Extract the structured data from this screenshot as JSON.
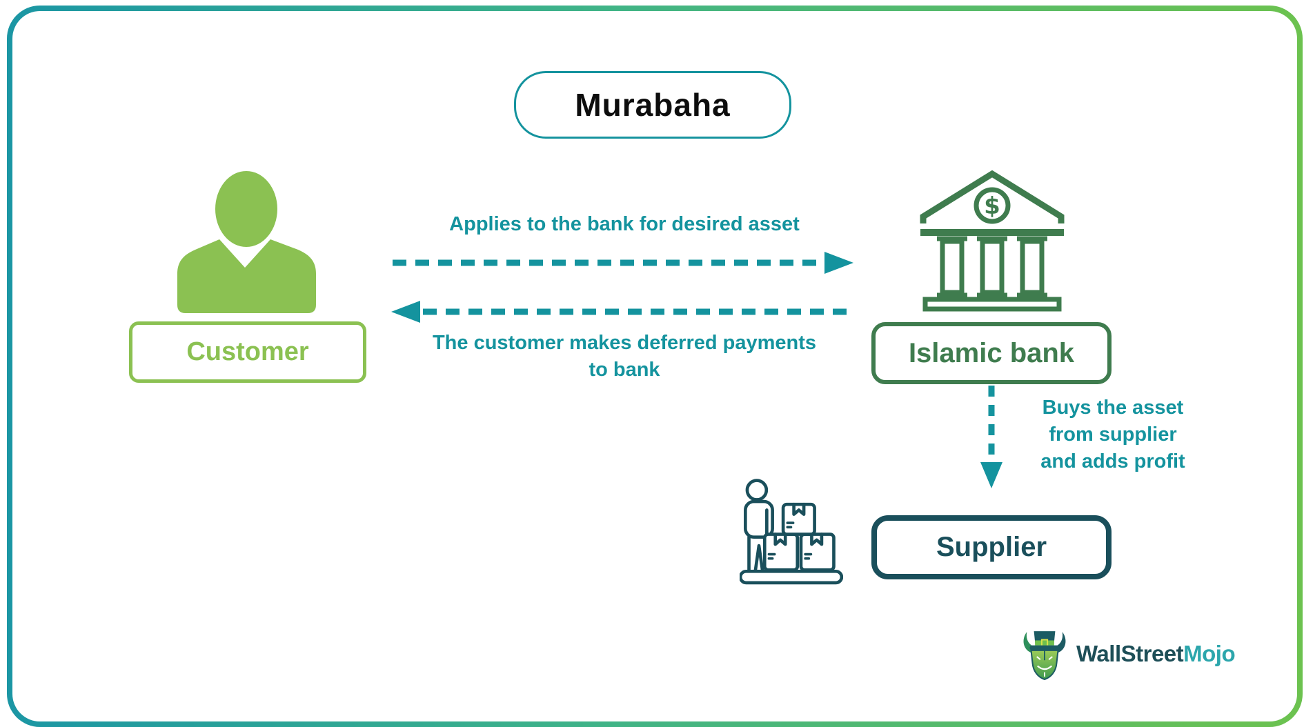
{
  "title": "Murabaha",
  "nodes": {
    "customer": {
      "label": "Customer"
    },
    "islamic_bank": {
      "label": "Islamic bank"
    },
    "supplier": {
      "label": "Supplier"
    }
  },
  "flows": {
    "apply_to_bank": {
      "label": "Applies to the bank for desired asset",
      "direction": "customer-to-bank"
    },
    "deferred_payments": {
      "lines": [
        "The customer makes deferred payments",
        "to bank"
      ],
      "direction": "bank-to-customer"
    },
    "buys_asset": {
      "lines": [
        "Buys the asset",
        "from supplier",
        "and adds profit"
      ],
      "direction": "bank-to-supplier"
    }
  },
  "icons": {
    "customer": "person-icon",
    "islamic_bank": "bank-building-icon",
    "supplier": "worker-with-boxes-icon",
    "brand": "bull-mascot-icon"
  },
  "branding": {
    "wordmark_primary": "WallStreet",
    "wordmark_accent": "Mojo"
  },
  "colors": {
    "teal_flow": "#14939E",
    "customer_green": "#8BC152",
    "bank_dark_green": "#3F7C4E",
    "supplier_dark_teal": "#1A4F5B",
    "border_gradient_start": "#1B96A4",
    "border_gradient_end": "#6CC24F",
    "title_text": "#0D0D0D",
    "wordmark_primary_color": "#1D4E57",
    "wordmark_accent_color": "#2CA6AC",
    "dollar_sign": "$"
  }
}
